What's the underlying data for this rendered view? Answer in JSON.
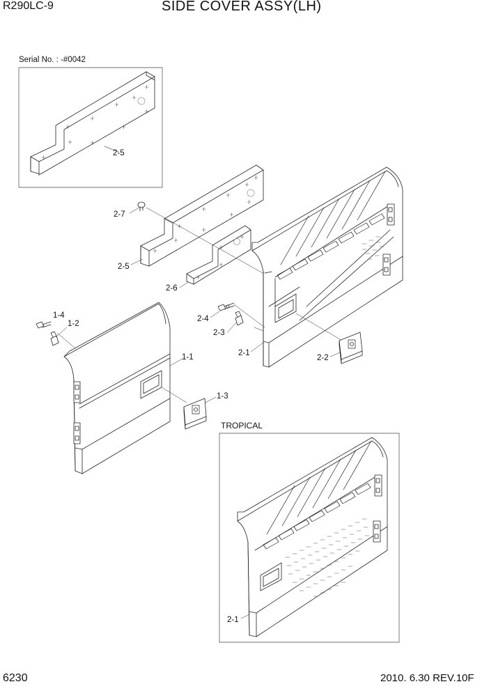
{
  "header": {
    "model": "R290LC-9",
    "title": "SIDE COVER ASSY(LH)"
  },
  "inset_serial": {
    "caption": "Serial No. : -#0042",
    "part": "2-5"
  },
  "inset_tropical": {
    "caption": "TROPICAL",
    "part": "2-1"
  },
  "callouts": {
    "p2_7": "2-7",
    "p2_5": "2-5",
    "p2_6": "2-6",
    "p2_4": "2-4",
    "p2_3": "2-3",
    "p2_1": "2-1",
    "p2_2": "2-2",
    "p1_4": "1-4",
    "p1_2": "1-2",
    "p1_1": "1-1",
    "p1_3": "1-3"
  },
  "footer": {
    "page": "6230",
    "revision": "2010. 6.30  REV.10F"
  }
}
